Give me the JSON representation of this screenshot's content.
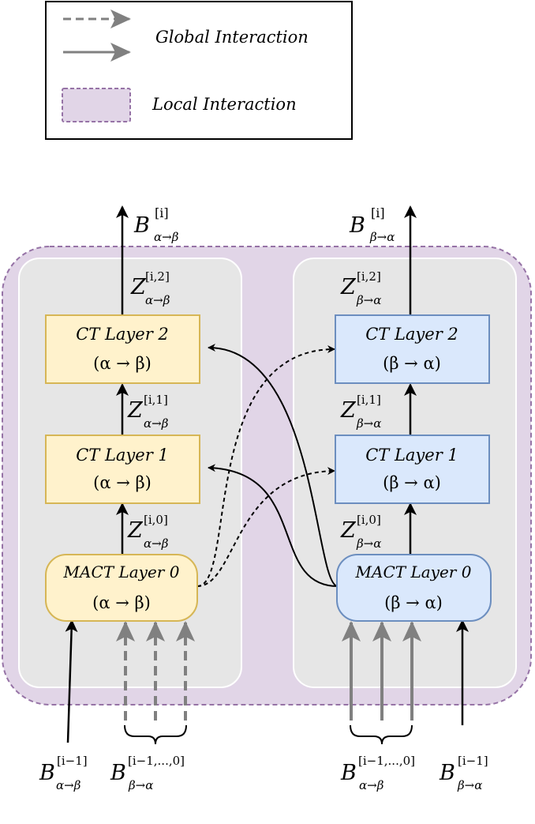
{
  "legend": {
    "global_label": "Global Interaction",
    "local_label": "Local Interaction"
  },
  "left": {
    "output": {
      "base": "B",
      "sup": "[i]",
      "sub": "α→β"
    },
    "z2": {
      "base": "Z",
      "sup": "[i,2]",
      "sub": "α→β"
    },
    "z1": {
      "base": "Z",
      "sup": "[i,1]",
      "sub": "α→β"
    },
    "z0": {
      "base": "Z",
      "sup": "[i,0]",
      "sub": "α→β"
    },
    "ct2": {
      "line1": "CT Layer 2",
      "line2": "(α → β)"
    },
    "ct1": {
      "line1": "CT Layer 1",
      "line2": "(α → β)"
    },
    "mact0": {
      "line1": "MACT Layer 0",
      "line2": "(α → β)"
    },
    "input_prev": {
      "base": "B",
      "sup": "[i−1]",
      "sub": "α→β"
    },
    "input_other": {
      "base": "B",
      "sup": "[i−1,...,0]",
      "sub": "β→α"
    }
  },
  "right": {
    "output": {
      "base": "B",
      "sup": "[i]",
      "sub": "β→α"
    },
    "z2": {
      "base": "Z",
      "sup": "[i,2]",
      "sub": "β→α"
    },
    "z1": {
      "base": "Z",
      "sup": "[i,1]",
      "sub": "β→α"
    },
    "z0": {
      "base": "Z",
      "sup": "[i,0]",
      "sub": "β→α"
    },
    "ct2": {
      "line1": "CT Layer 2",
      "line2": "(β → α)"
    },
    "ct1": {
      "line1": "CT Layer 1",
      "line2": "(β → α)"
    },
    "mact0": {
      "line1": "MACT Layer 0",
      "line2": "(β → α)"
    },
    "input_other": {
      "base": "B",
      "sup": "[i−1,...,0]",
      "sub": "α→β"
    },
    "input_prev": {
      "base": "B",
      "sup": "[i−1]",
      "sub": "β→α"
    }
  },
  "colors": {
    "local_fill": "#e1d5e7",
    "local_stroke": "#9673a6",
    "panel_fill": "#e6e6e6",
    "yellow_fill": "#fff2cc",
    "yellow_stroke": "#d6b656",
    "blue_fill": "#dae8fc",
    "blue_stroke": "#6c8ebf",
    "gray_arrow": "#808080"
  }
}
